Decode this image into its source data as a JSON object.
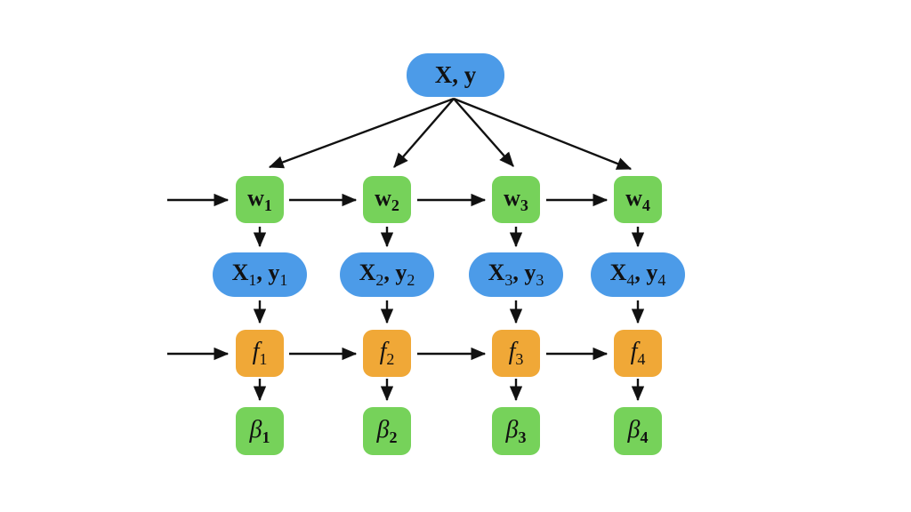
{
  "diagram": {
    "description": "Partitioned data training flow diagram",
    "colors": {
      "data_node_blue": "#4C9BE8",
      "weight_beta_green": "#76D25A",
      "function_orange": "#F0A837",
      "arrow_black": "#111111",
      "background": "#FFFFFF",
      "text": "#111111"
    },
    "root": {
      "label": "X, y"
    },
    "columns": [
      {
        "w_base": "w",
        "w_sub": "1",
        "x_base": "X",
        "x_sub": "1",
        "sep": ", ",
        "y_base": "y",
        "y_sub": "1",
        "f_base": "f",
        "f_sub": "1",
        "beta_base": "β",
        "beta_sub": "1"
      },
      {
        "w_base": "w",
        "w_sub": "2",
        "x_base": "X",
        "x_sub": "2",
        "sep": ", ",
        "y_base": "y",
        "y_sub": "2",
        "f_base": "f",
        "f_sub": "2",
        "beta_base": "β",
        "beta_sub": "2"
      },
      {
        "w_base": "w",
        "w_sub": "3",
        "x_base": "X",
        "x_sub": "3",
        "sep": ", ",
        "y_base": "y",
        "y_sub": "3",
        "f_base": "f",
        "f_sub": "3",
        "beta_base": "β",
        "beta_sub": "3"
      },
      {
        "w_base": "w",
        "w_sub": "4",
        "x_base": "X",
        "x_sub": "4",
        "sep": ", ",
        "y_base": "y",
        "y_sub": "4",
        "f_base": "f",
        "f_sub": "4",
        "beta_base": "β",
        "beta_sub": "4"
      }
    ],
    "edges": [
      {
        "from": "X,y",
        "to": "w1"
      },
      {
        "from": "X,y",
        "to": "w2"
      },
      {
        "from": "X,y",
        "to": "w3"
      },
      {
        "from": "X,y",
        "to": "w4"
      },
      {
        "from": "input-left",
        "to": "w1"
      },
      {
        "from": "w1",
        "to": "w2"
      },
      {
        "from": "w2",
        "to": "w3"
      },
      {
        "from": "w3",
        "to": "w4"
      },
      {
        "from": "w1",
        "to": "X1,y1"
      },
      {
        "from": "w2",
        "to": "X2,y2"
      },
      {
        "from": "w3",
        "to": "X3,y3"
      },
      {
        "from": "w4",
        "to": "X4,y4"
      },
      {
        "from": "X1,y1",
        "to": "f1"
      },
      {
        "from": "X2,y2",
        "to": "f2"
      },
      {
        "from": "X3,y3",
        "to": "f3"
      },
      {
        "from": "X4,y4",
        "to": "f4"
      },
      {
        "from": "input-left",
        "to": "f1"
      },
      {
        "from": "f1",
        "to": "f2"
      },
      {
        "from": "f2",
        "to": "f3"
      },
      {
        "from": "f3",
        "to": "f4"
      },
      {
        "from": "f1",
        "to": "β1"
      },
      {
        "from": "f2",
        "to": "β2"
      },
      {
        "from": "f3",
        "to": "β3"
      },
      {
        "from": "f4",
        "to": "β4"
      }
    ]
  }
}
